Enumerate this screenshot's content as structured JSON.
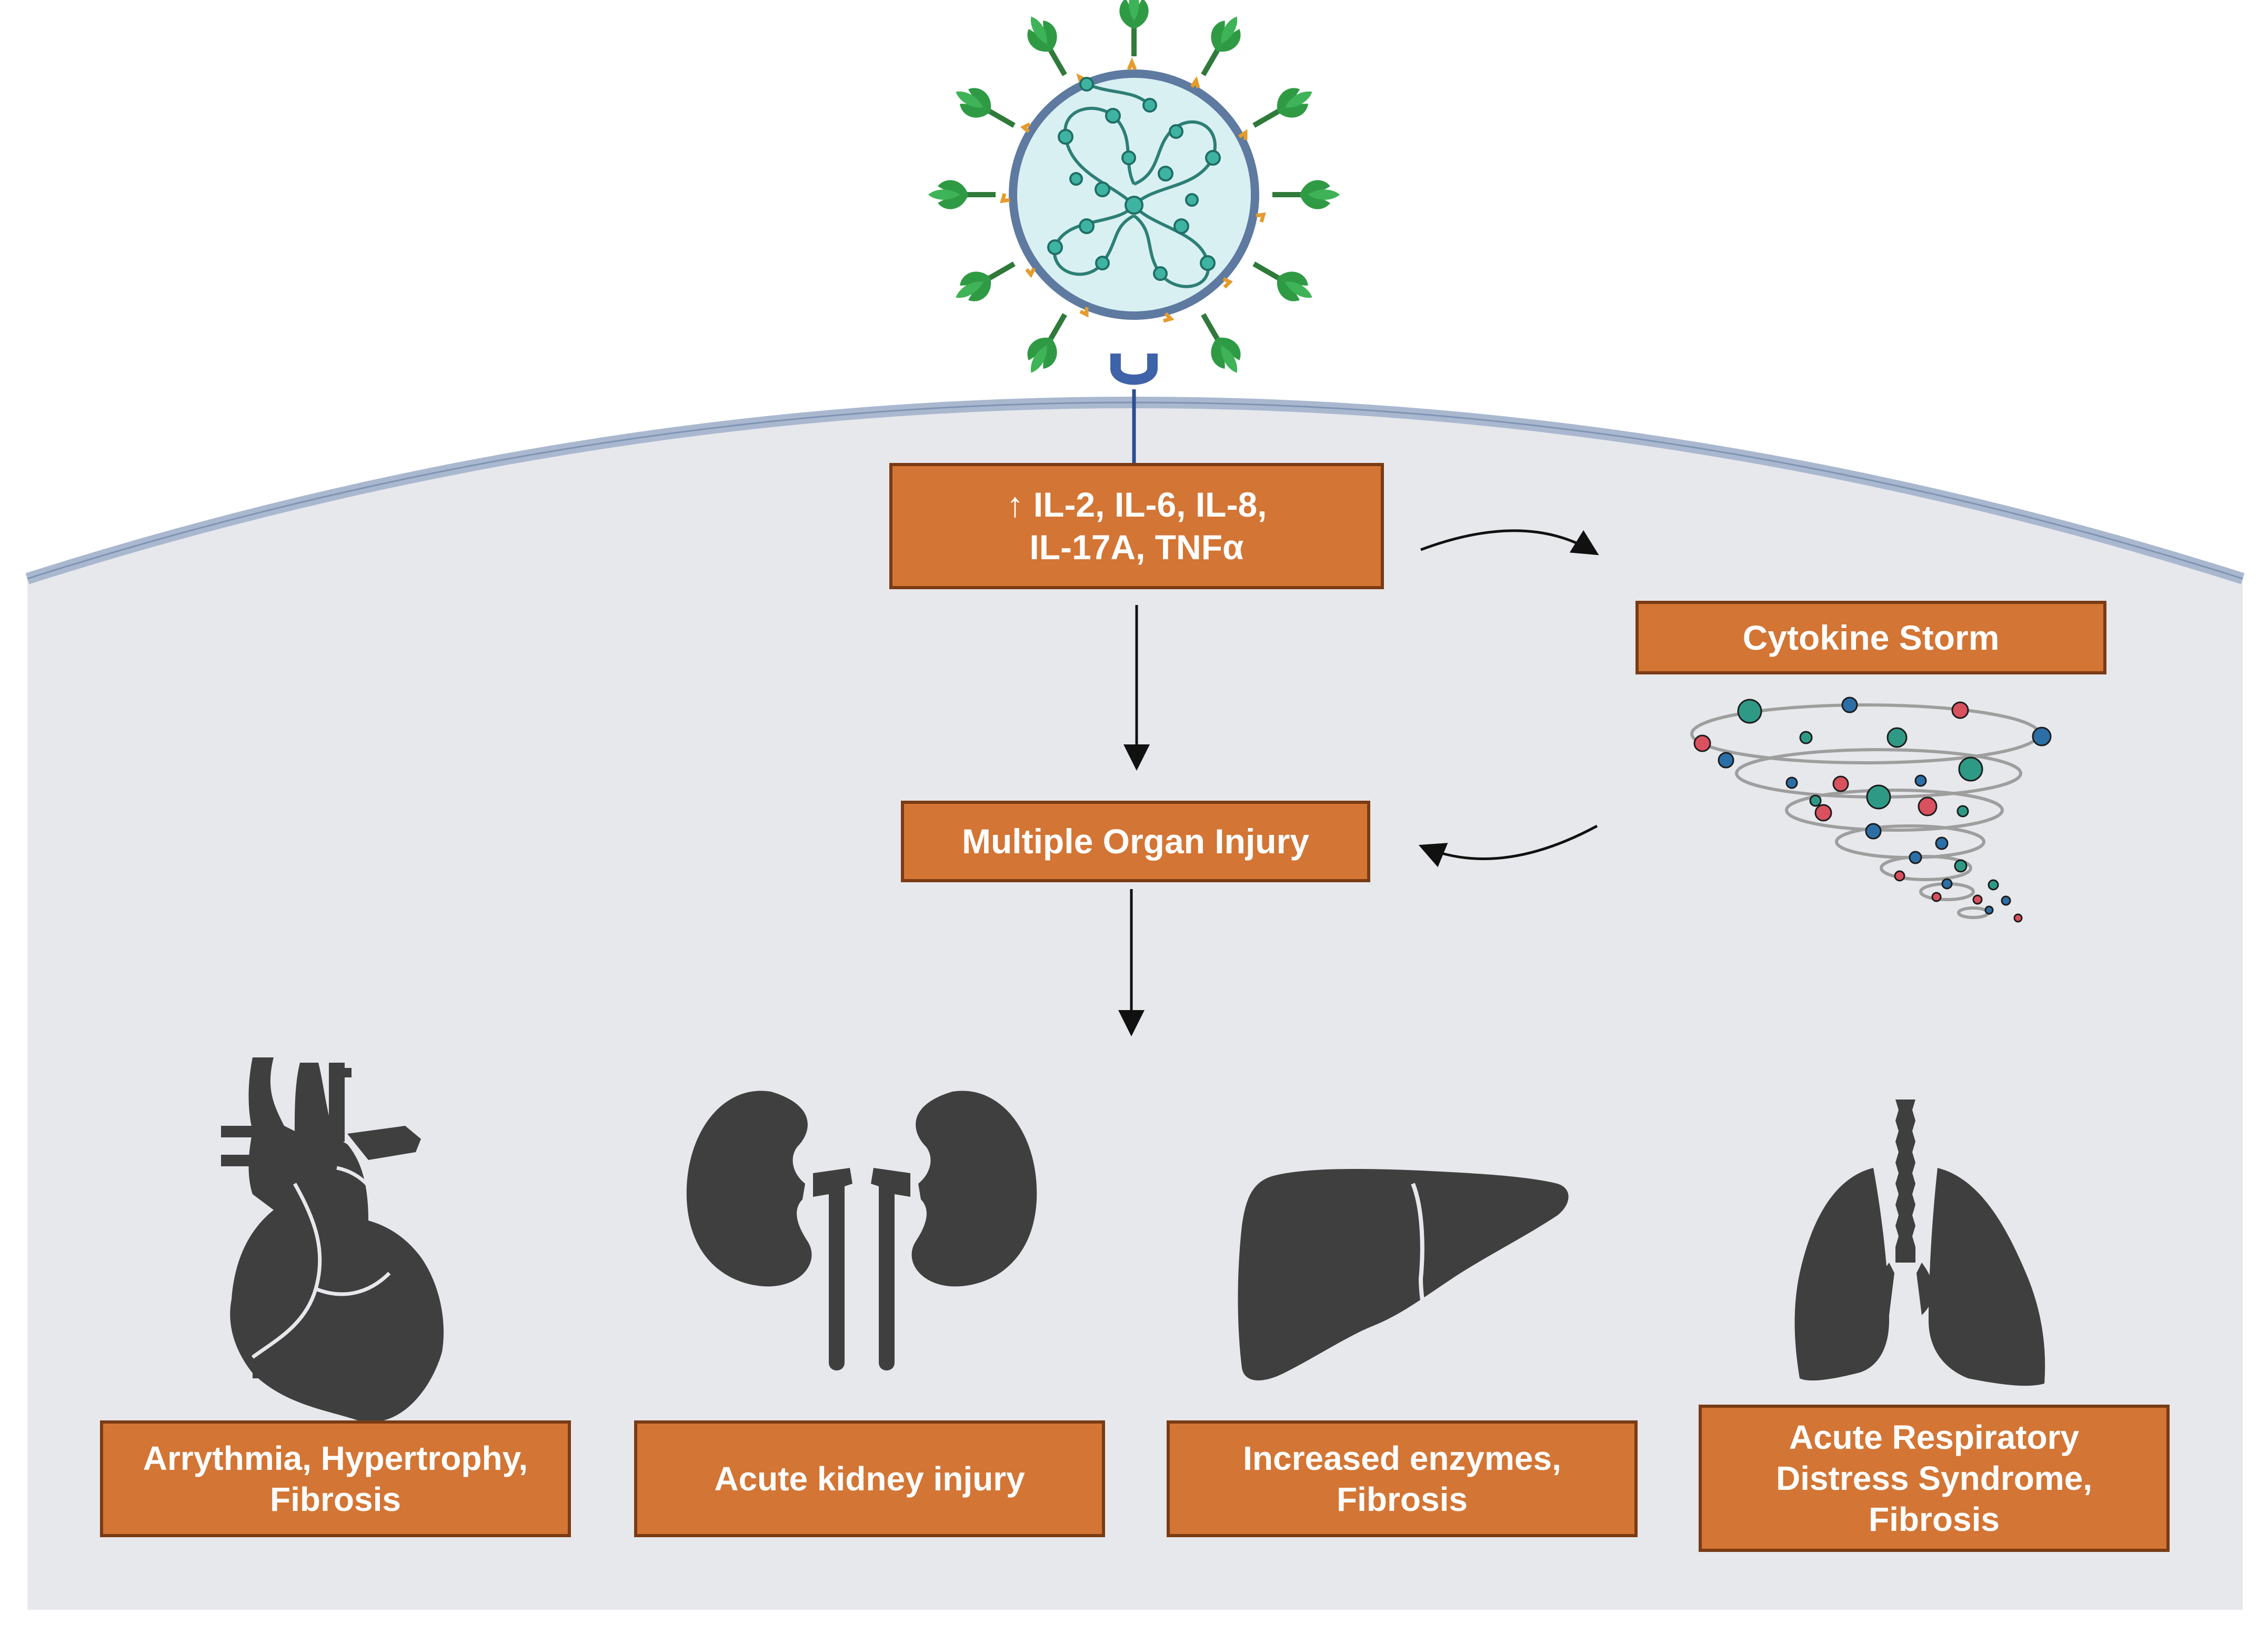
{
  "cytokines_box": {
    "text": "↑ IL-2, IL-6, IL-8,\nIL-17A, TNFα"
  },
  "storm_box": {
    "text": "Cytokine Storm"
  },
  "organ_injury_box": {
    "text": "Multiple Organ Injury"
  },
  "outcomes": [
    {
      "organ": "heart-icon",
      "text": "Arrythmia, Hypertrophy,\nFibrosis"
    },
    {
      "organ": "kidney-icon",
      "text": "Acute kidney injury"
    },
    {
      "organ": "liver-icon",
      "text": "Increased enzymes,\nFibrosis"
    },
    {
      "organ": "lungs-icon",
      "text": "Acute Respiratory\nDistress Syndrome,\nFibrosis"
    }
  ],
  "colors": {
    "box_fill": "#d37535",
    "box_border": "#7a3b14",
    "cell_fill": "#e7e8ec",
    "membrane": "#a9b8cf",
    "organ": "#3f3f3f",
    "virus_spike": "#2f9a44",
    "virus_core": "#d9f0f3",
    "rna": "#3a9e8f",
    "receptor": "#3f63a8"
  }
}
